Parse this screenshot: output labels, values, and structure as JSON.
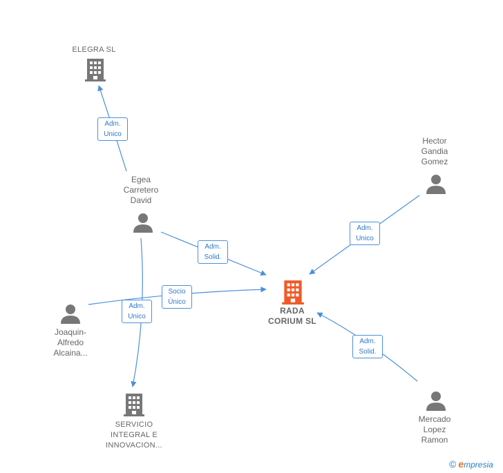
{
  "nodes": {
    "elegra": {
      "label": "ELEGRA SL",
      "type": "company"
    },
    "egea": {
      "label": "Egea\nCarretero\nDavid",
      "type": "person"
    },
    "hector": {
      "label": "Hector\nGandia\nGomez",
      "type": "person"
    },
    "rada": {
      "label": "RADA\nCORIUM  SL",
      "type": "main-company"
    },
    "joaquin": {
      "label": "Joaquin-\nAlfredo\nAlcaina...",
      "type": "person"
    },
    "servicio": {
      "label": "SERVICIO\nINTEGRAL E\nINNOVACION...",
      "type": "company"
    },
    "mercado": {
      "label": "Mercado\nLopez\nRamon",
      "type": "person"
    }
  },
  "edges": {
    "egea_elegra": {
      "label": "Adm.\nUnico"
    },
    "egea_rada": {
      "label": "Adm.\nSolid."
    },
    "hector_rada": {
      "label": "Adm.\nUnico"
    },
    "joaquin_rada": {
      "label": "Socio\nÚnico"
    },
    "egea_servicio": {
      "label": "Adm.\nUnico"
    },
    "mercado_rada": {
      "label": "Adm.\nSolid."
    }
  },
  "colors": {
    "edge": "#4a90d9",
    "node_icon": "#777777",
    "main_icon": "#f05a28"
  },
  "footer": {
    "copyright": "©",
    "brand_initial": "e",
    "brand_rest": "mpresia"
  }
}
